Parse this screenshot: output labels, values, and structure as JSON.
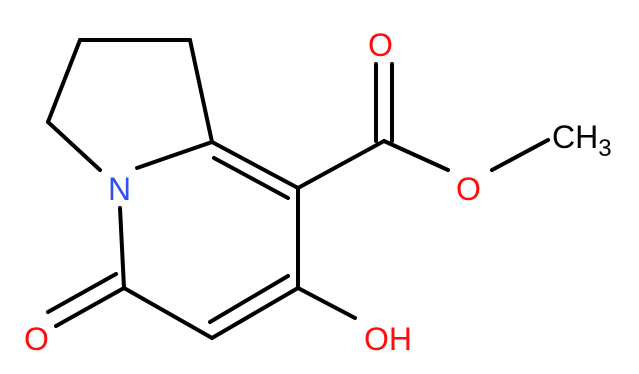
{
  "molecule": {
    "atoms": {
      "nitrogen": {
        "text": "N",
        "color": "#3050F8"
      },
      "ketone_oxygen": {
        "text": "O",
        "color": "#FF0D0D"
      },
      "hydroxyl": {
        "text": "OH",
        "color": "#FF0D0D"
      },
      "carbonyl_oxygen": {
        "text": "O",
        "color": "#FF0D0D"
      },
      "ester_oxygen": {
        "text": "O",
        "color": "#FF0D0D"
      },
      "methyl": {
        "text": "CH",
        "subscript": "3",
        "color": "#000000"
      }
    },
    "bond_color": "#000000"
  }
}
